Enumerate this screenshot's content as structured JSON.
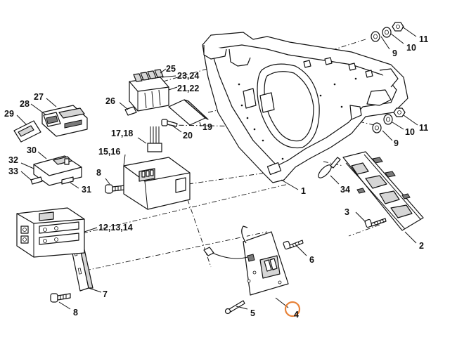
{
  "callouts": {
    "c1": "1",
    "c2": "2",
    "c3": "3",
    "c4": "4",
    "c5": "5",
    "c6": "6",
    "c7": "7",
    "c8a": "8",
    "c8b": "8",
    "c9a": "9",
    "c9b": "9",
    "c10a": "10",
    "c10b": "10",
    "c11a": "11",
    "c11b": "11",
    "c12": "12,13,14",
    "c15": "15,16",
    "c17": "17,18",
    "c19": "19",
    "c20": "20",
    "c21": "21,22",
    "c23": "23,24",
    "c25": "25",
    "c26": "26",
    "c27": "27",
    "c28": "28",
    "c29": "29",
    "c30": "30",
    "c31": "31",
    "c32": "32",
    "c33": "33",
    "c34": "34"
  },
  "highlight": {
    "callout": "4",
    "color": "#e8833a"
  }
}
